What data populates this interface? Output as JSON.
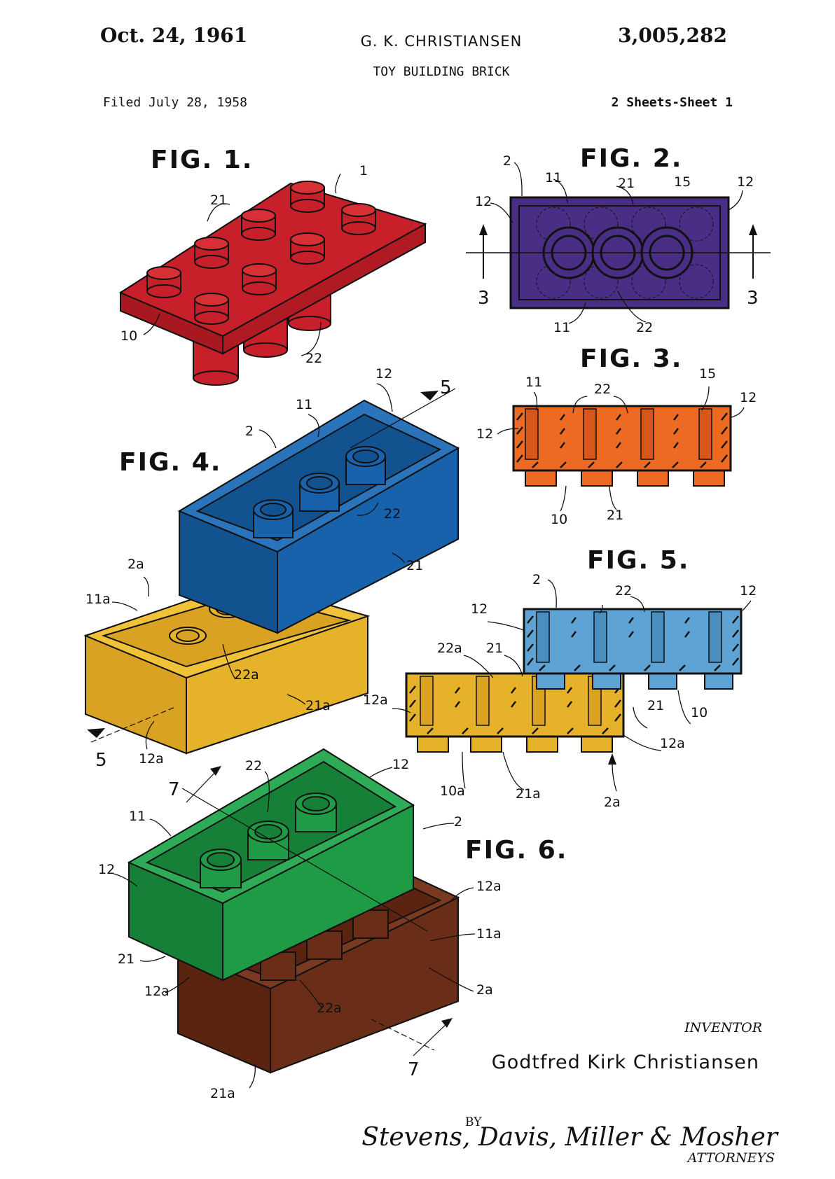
{
  "header": {
    "date": "Oct. 24, 1961",
    "inventor_short": "G. K. CHRISTIANSEN",
    "patent_number": "3,005,282",
    "title": "TOY BUILDING BRICK",
    "filed": "Filed July 28, 1958",
    "sheets": "2 Sheets-Sheet 1"
  },
  "figures": {
    "fig1": "FIG. 1.",
    "fig2": "FIG. 2.",
    "fig3": "FIG. 3.",
    "fig4": "FIG. 4.",
    "fig5": "FIG. 5.",
    "fig6": "FIG. 6."
  },
  "colors": {
    "red": "#c8202a",
    "purple": "#4a2e86",
    "orange": "#ec6a22",
    "blue": "#1862ac",
    "yellow": "#e6b22a",
    "light_blue": "#5ea3d3",
    "green": "#1f9b46",
    "brown": "#6a2e18",
    "ink": "#111111"
  },
  "labels": {
    "fig1": [
      "1",
      "21",
      "10",
      "22"
    ],
    "fig2": [
      "2",
      "11",
      "21",
      "15",
      "12",
      "12",
      "3",
      "3",
      "11",
      "22"
    ],
    "fig3": [
      "11",
      "22",
      "15",
      "12",
      "12",
      "10",
      "21"
    ],
    "fig4": [
      "2",
      "11",
      "12",
      "5",
      "22",
      "21",
      "2a",
      "11a",
      "22a",
      "21a",
      "5",
      "12a"
    ],
    "fig5": [
      "2",
      "22",
      "12",
      "12",
      "22a",
      "21",
      "12a",
      "21",
      "10",
      "12a",
      "10a",
      "21a",
      "2a"
    ],
    "fig6": [
      "22",
      "12",
      "7",
      "2",
      "11",
      "12",
      "12a",
      "11a",
      "21",
      "12a",
      "22a",
      "2a",
      "21a",
      "7"
    ]
  },
  "signature": {
    "inventor_label": "INVENTOR",
    "inventor_name": "Godtfred Kirk Christiansen",
    "by": "BY",
    "attorneys_signature": "Stevens, Davis, Miller & Mosher",
    "attorneys_label": "ATTORNEYS"
  }
}
